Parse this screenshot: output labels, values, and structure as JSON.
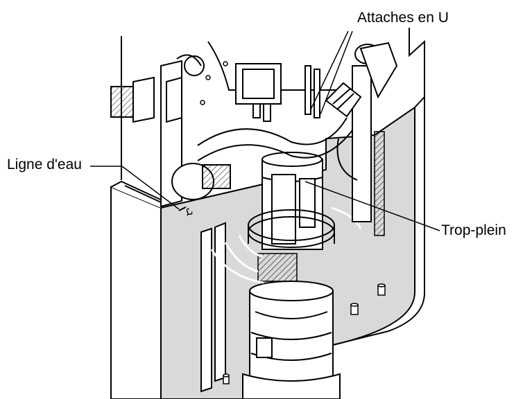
{
  "labels": {
    "attaches": "Attaches en U",
    "ligne": "Ligne d'eau",
    "trop": "Trop-plein"
  },
  "colors": {
    "line": "#000000",
    "water": "#d9d9d9",
    "paper": "#ffffff"
  }
}
